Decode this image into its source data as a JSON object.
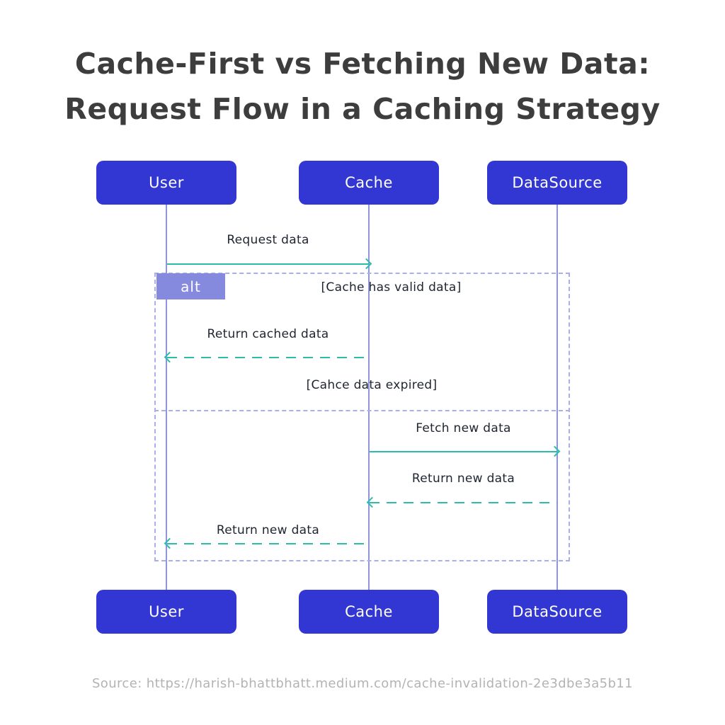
{
  "title": {
    "line1": "Cache-First vs Fetching New Data:",
    "line2": "Request Flow in a Caching Strategy"
  },
  "diagram": {
    "type": "sequence-diagram",
    "actors": [
      {
        "name": "User"
      },
      {
        "name": "Cache"
      },
      {
        "name": "DataSource"
      }
    ],
    "messages": [
      {
        "from": "User",
        "to": "Cache",
        "label": "Request data",
        "line": "solid",
        "direction": "right"
      },
      {
        "from": "Cache",
        "to": "User",
        "label": "Return cached data",
        "line": "dashed",
        "direction": "left"
      },
      {
        "from": "Cache",
        "to": "DataSource",
        "label": "Fetch new data",
        "line": "solid",
        "direction": "right"
      },
      {
        "from": "DataSource",
        "to": "Cache",
        "label": "Return new data",
        "line": "dashed",
        "direction": "left"
      },
      {
        "from": "Cache",
        "to": "User",
        "label": "Return new data",
        "line": "dashed",
        "direction": "left"
      }
    ],
    "alt_frame": {
      "label": "alt",
      "branches": [
        {
          "guard": "[Cache has valid data]"
        },
        {
          "guard": "[Cahce data expired]"
        }
      ]
    }
  },
  "source": {
    "text": "Source: https://harish-bhattbhatt.medium.com/cache-invalidation-2e3dbe3a5b11"
  },
  "colors": {
    "background": "#ffffff",
    "actor_box": "#3236d3",
    "actor_text": "#ffffff",
    "alt_label_bg": "#868ade",
    "frame_border": "#abaeec",
    "lifeline": "#9093de",
    "arrow_teal": "#2ebcaa",
    "title_text": "#3d3d3d",
    "message_text": "#1f2430",
    "source_text": "#b3b3b3"
  }
}
